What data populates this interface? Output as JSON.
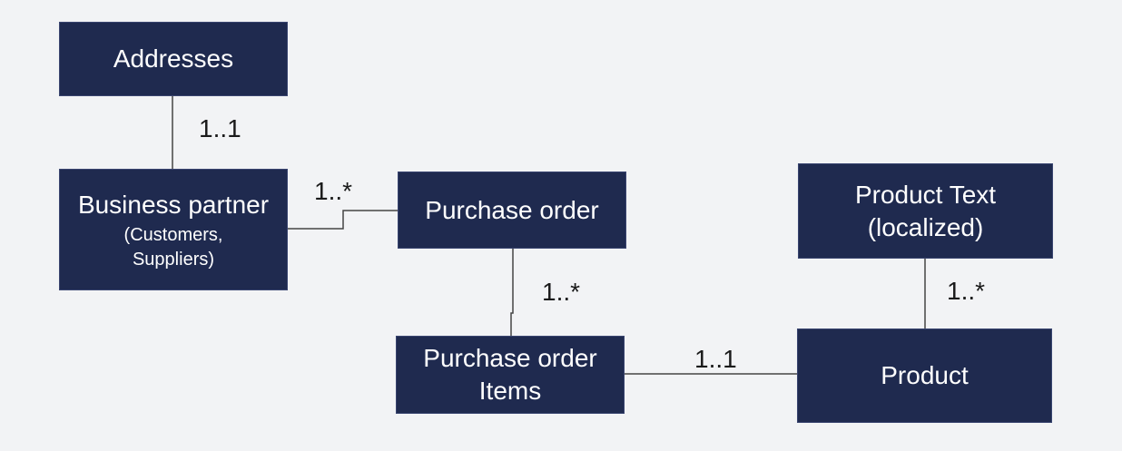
{
  "entities": {
    "addresses": {
      "label": "Addresses"
    },
    "business_partner": {
      "label": "Business partner",
      "sub1": "(Customers,",
      "sub2": "Suppliers)"
    },
    "purchase_order": {
      "label": "Purchase order"
    },
    "purchase_order_items": {
      "line1": "Purchase order",
      "line2": "Items"
    },
    "product_text": {
      "line1": "Product Text",
      "line2": "(localized)"
    },
    "product": {
      "label": "Product"
    }
  },
  "relationships": [
    {
      "from": "Addresses",
      "to": "Business partner",
      "cardinality": "1..1"
    },
    {
      "from": "Business partner",
      "to": "Purchase order",
      "cardinality": "1..*"
    },
    {
      "from": "Purchase order",
      "to": "Purchase order Items",
      "cardinality": "1..*"
    },
    {
      "from": "Purchase order Items",
      "to": "Product",
      "cardinality": "1..1"
    },
    {
      "from": "Product Text (localized)",
      "to": "Product",
      "cardinality": "1..*"
    }
  ],
  "colors": {
    "box": "#1f2a4f",
    "text": "#ffffff",
    "background": "#f2f3f5",
    "line": "#444444"
  }
}
